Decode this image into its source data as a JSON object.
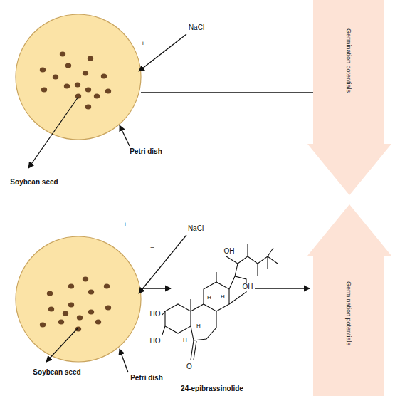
{
  "diagram": {
    "nodes": [
      {
        "text": [
          "Germination potentials"
        ]
      },
      {
        "text": [
          "Germination potentials"
        ]
      }
    ],
    "labels": [
      "NaCl",
      "+",
      "Soybean seed",
      "Petri dish",
      "NaCl",
      "+",
      "–",
      "Soybean seed",
      "Petri dish",
      "24-epibrassinolide",
      "OH",
      "OH",
      "HO",
      "HO",
      "O",
      "H",
      "H",
      "H",
      "H"
    ]
  }
}
